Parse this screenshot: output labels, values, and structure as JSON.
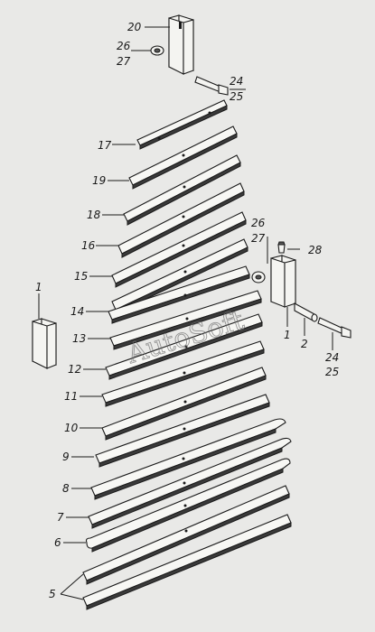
{
  "watermark": "AutoSoft",
  "labels": {
    "p20": "20",
    "p26a": "26",
    "p27a": "27",
    "p24a": "24",
    "p25a": "25",
    "p17": "17",
    "p19": "19",
    "p18": "18",
    "p16": "16",
    "p15": "15",
    "p14": "14",
    "p13": "13",
    "p12": "12",
    "p11": "11",
    "p10": "10",
    "p9": "9",
    "p8": "8",
    "p7": "7",
    "p6": "6",
    "p5": "5",
    "p1left": "1",
    "p26b": "26",
    "p27b": "27",
    "p28": "28",
    "p1right": "1",
    "p2": "2",
    "p24b": "24",
    "p25b": "25"
  },
  "colors": {
    "background": "#e9e9e7",
    "ink": "#1a1a1a"
  }
}
